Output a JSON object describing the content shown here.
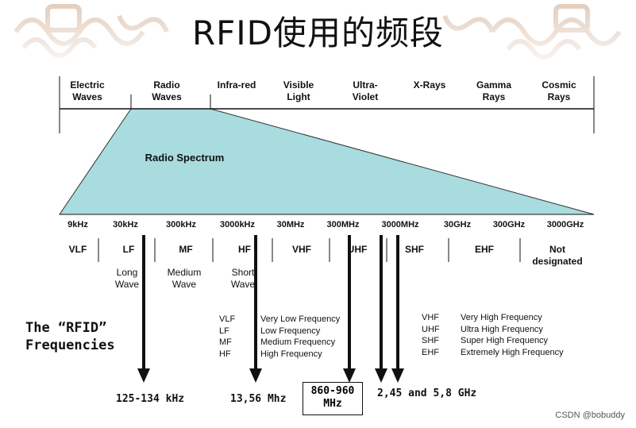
{
  "title": "RFID使用的频段",
  "top_bands": [
    {
      "l1": "Electric",
      "l2": "Waves"
    },
    {
      "l1": "Radio",
      "l2": "Waves"
    },
    {
      "l1": "Infra-red",
      "l2": ""
    },
    {
      "l1": "Visible",
      "l2": "Light"
    },
    {
      "l1": "Ultra-",
      "l2": "Violet"
    },
    {
      "l1": "X-Rays",
      "l2": ""
    },
    {
      "l1": "Gamma",
      "l2": "Rays"
    },
    {
      "l1": "Cosmic",
      "l2": "Rays"
    }
  ],
  "spectrum_label": "Radio Spectrum",
  "frequency_ticks": [
    "9kHz",
    "30kHz",
    "300kHz",
    "3000kHz",
    "30MHz",
    "300MHz",
    "3000MHz",
    "30GHz",
    "300GHz",
    "3000GHz"
  ],
  "bands": [
    {
      "abbr": "VLF",
      "desc1": "",
      "desc2": ""
    },
    {
      "abbr": "LF",
      "desc1": "Long",
      "desc2": "Wave"
    },
    {
      "abbr": "MF",
      "desc1": "Medium",
      "desc2": "Wave"
    },
    {
      "abbr": "HF",
      "desc1": "Short",
      "desc2": "Wave"
    },
    {
      "abbr": "VHF",
      "desc1": "",
      "desc2": ""
    },
    {
      "abbr": "UHF",
      "desc1": "",
      "desc2": ""
    },
    {
      "abbr": "SHF",
      "desc1": "",
      "desc2": ""
    },
    {
      "abbr": "EHF",
      "desc1": "",
      "desc2": ""
    },
    {
      "abbr": "Not",
      "desc1": "designated",
      "desc2": ""
    }
  ],
  "rfid_title": {
    "line1": "The “RFID”",
    "line2": "Frequencies"
  },
  "legend_left": [
    {
      "abbr": "VLF",
      "full": "Very Low Frequency"
    },
    {
      "abbr": "LF",
      "full": "Low Frequency"
    },
    {
      "abbr": "MF",
      "full": "Medium Frequency"
    },
    {
      "abbr": "HF",
      "full": "High Frequency"
    }
  ],
  "legend_right": [
    {
      "abbr": "VHF",
      "full": "Very High Frequency"
    },
    {
      "abbr": "UHF",
      "full": "Ultra High Frequency"
    },
    {
      "abbr": "SHF",
      "full": "Super High Frequency"
    },
    {
      "abbr": "EHF",
      "full": "Extremely High Frequency"
    }
  ],
  "rfid_frequencies": {
    "lf": "125-134 kHz",
    "hf": "13,56 Mhz",
    "uhf_line1": "860-960",
    "uhf_line2": "MHz",
    "microwave": "2,45 and 5,8 GHz"
  },
  "watermark": "CSDN @bobuddy",
  "colors": {
    "spectrum_fill": "#a9dcdf",
    "banner_ornament": "#c9a184",
    "line": "#111111"
  }
}
